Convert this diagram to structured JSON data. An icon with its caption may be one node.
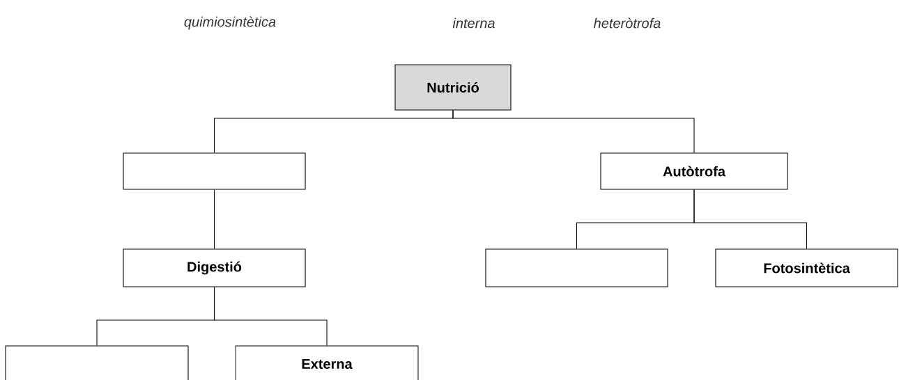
{
  "diagram": {
    "nodes": [
      {
        "text": [
          "Nutrició"
        ]
      },
      {
        "text": [],
        "shape": "box"
      },
      {
        "text": [
          "Autòtrofa"
        ]
      },
      {
        "text": [
          "Digestió"
        ]
      },
      {
        "text": [],
        "shape": "box"
      },
      {
        "text": [
          "Fotosintètica"
        ]
      },
      {
        "text": [],
        "shape": "box"
      },
      {
        "text": [
          "Externa"
        ]
      }
    ],
    "edges": [
      {
        "from": 0,
        "to": 1,
        "arrow": "none"
      },
      {
        "from": 0,
        "to": 2,
        "arrow": "none"
      },
      {
        "from": 1,
        "to": 3,
        "arrow": "none"
      },
      {
        "from": 2,
        "to": 4,
        "arrow": "none"
      },
      {
        "from": 2,
        "to": 5,
        "arrow": "none"
      },
      {
        "from": 3,
        "to": 6,
        "arrow": "none"
      },
      {
        "from": 3,
        "to": 7,
        "arrow": "none"
      }
    ],
    "labels": [
      "quimiosintètica",
      "interna",
      "heteròtrofa"
    ]
  }
}
